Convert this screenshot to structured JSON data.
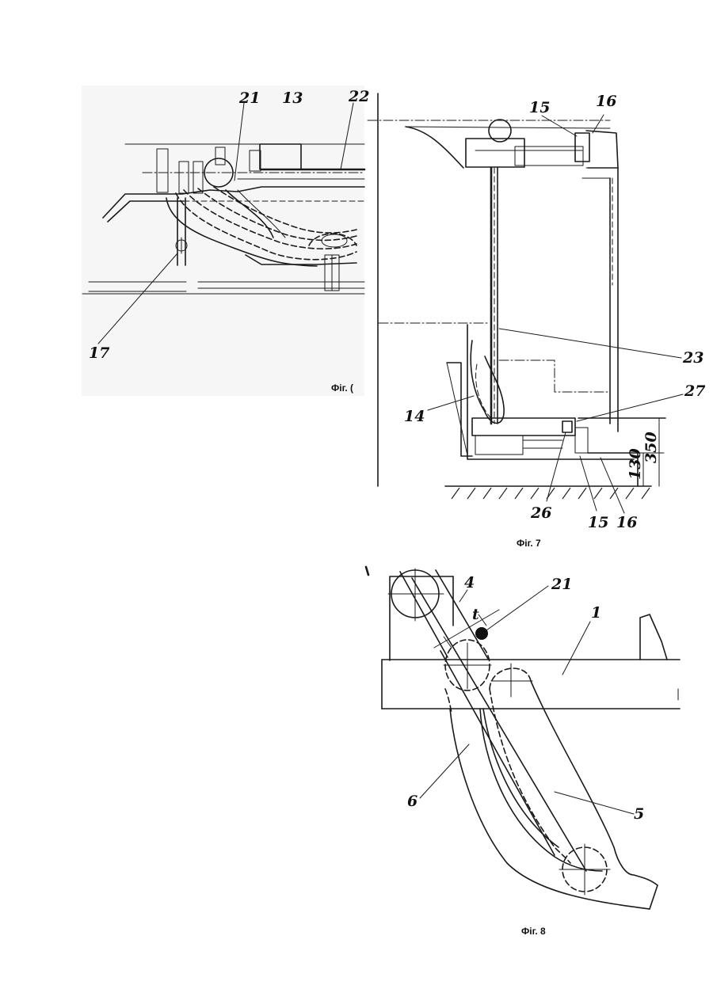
{
  "figures": {
    "fig6": {
      "caption": "Фіг. (",
      "labels": {
        "l21": "21",
        "l13": "13",
        "l22": "22",
        "l17": "17"
      }
    },
    "fig7": {
      "caption": "Фіг. 7",
      "labels": {
        "l15a": "15",
        "l16a": "16",
        "l23": "23",
        "l27": "27",
        "l14": "14",
        "l26": "26",
        "l15b": "15",
        "l16b": "16"
      },
      "dimensions": {
        "d350": "350",
        "d130": "130"
      }
    },
    "fig8": {
      "caption": "Фіг. 8",
      "labels": {
        "l4": "4",
        "l21": "21",
        "l1": "1",
        "lt": "t",
        "l6": "6",
        "l5": "5"
      }
    }
  }
}
